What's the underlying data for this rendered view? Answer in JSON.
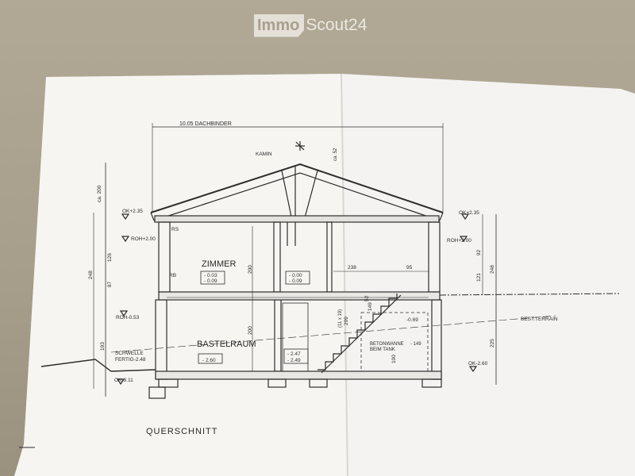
{
  "watermark": {
    "brand_left": "Immo",
    "brand_right": "Scout24"
  },
  "drawing": {
    "title": "QUERSCHNITT",
    "rooms": {
      "upper": "ZIMMER",
      "lower": "BASTELRAUM"
    },
    "labels": {
      "dachbinder": "10.05  DACHBINDER",
      "kamin": "KAMIN",
      "ca52": "ca. 52",
      "ca200": "ca. 200",
      "ok235_left": "OK+2.35",
      "ok235_right": "OK+2.35",
      "roh200_left": "ROH+2.00",
      "roh200_right": "ROH+2.00",
      "roh053": "ROH-0.53",
      "schwelle": "SCHWELLE",
      "fertig": "FERTIG-2.48",
      "ok311": "OK-3.11",
      "ok260": "OK-2.60",
      "rs": "RS",
      "rb": "RB",
      "best_terrain": "BEST.TERRAIN",
      "betonwanne": "BETONWANNE",
      "beim_tank": "BEIM TANK",
      "step_dim": "(11 x 19)",
      "dim_238": "238",
      "dim_95": "95",
      "dim_200_upper": "200",
      "dim_200_lower": "200",
      "dim_248_left": "248",
      "dim_248_right": "248",
      "dim_225": "225",
      "dim_193": "193",
      "dim_126": "126",
      "dim_87": "87",
      "dim_121": "121",
      "dim_92": "92",
      "dim_209": "209",
      "dim_100": "100",
      "dim_149": "149",
      "dim_52": "52"
    },
    "levels": {
      "zimmer_left": [
        "- 0.03",
        "- 0.09"
      ],
      "zimmer_right": [
        "- 0.00",
        "- 0.09"
      ],
      "bastel_left": "- 2.60",
      "bastel_right": [
        "- 2.47",
        "- 2.49"
      ],
      "stair_right": "-0.69",
      "betonwanne": "- 149"
    }
  }
}
